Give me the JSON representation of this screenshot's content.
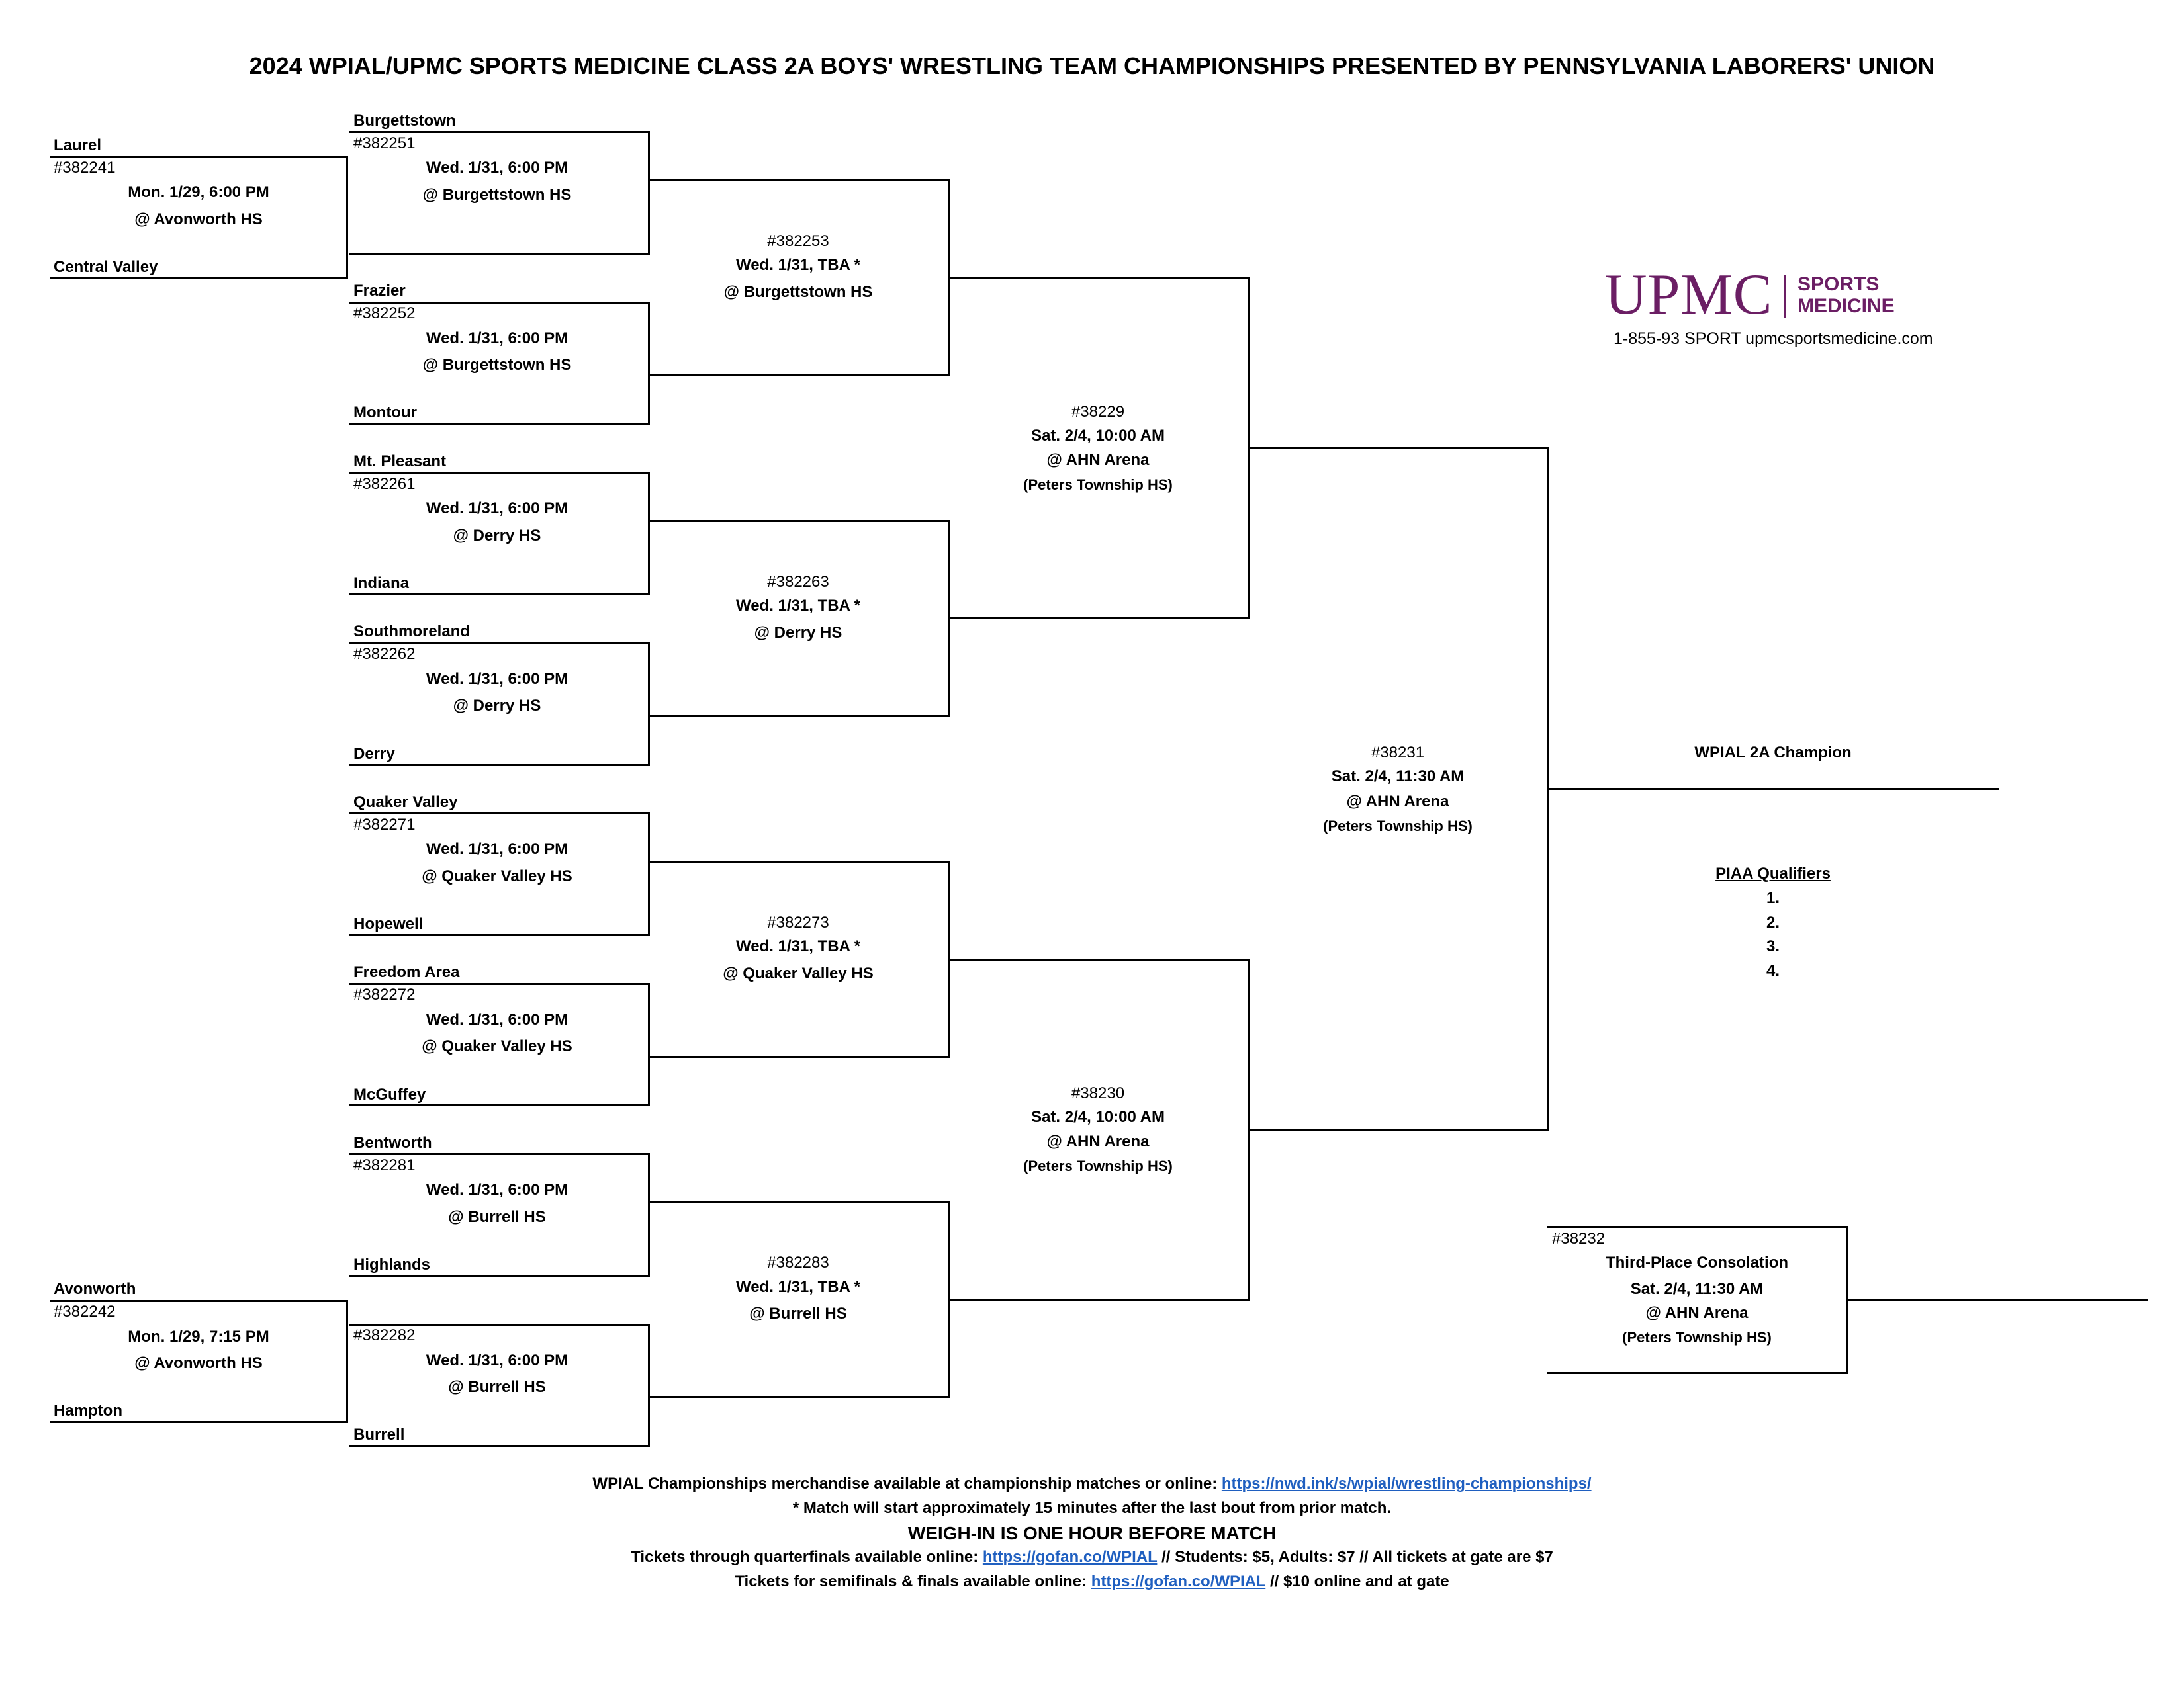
{
  "title": "2024 WPIAL/UPMC SPORTS MEDICINE CLASS 2A BOYS' WRESTLING TEAM CHAMPIONSHIPS PRESENTED BY PENNSYLVANIA LABORERS' UNION",
  "logo": {
    "brand": "UPMC",
    "sub1": "SPORTS",
    "sub2": "MEDICINE",
    "phone": "1-855-93 SPORT upmcsportsmedicine.com",
    "color": "#6b1e64"
  },
  "prelim": [
    {
      "team_top": "Laurel",
      "num": "#382241",
      "date": "Mon. 1/29, 6:00 PM",
      "site": "@ Avonworth HS",
      "team_bottom": "Central Valley"
    },
    {
      "team_top": "Avonworth",
      "num": "#382242",
      "date": "Mon. 1/29, 7:15 PM",
      "site": "@ Avonworth HS",
      "team_bottom": "Hampton"
    }
  ],
  "first_round": [
    {
      "team_top": "Burgettstown",
      "num": "#382251",
      "date": "Wed. 1/31, 6:00 PM",
      "site": "@ Burgettstown HS",
      "team_bottom": ""
    },
    {
      "team_top": "Frazier",
      "num": "#382252",
      "date": "Wed. 1/31, 6:00 PM",
      "site": "@ Burgettstown HS",
      "team_bottom": "Montour"
    },
    {
      "team_top": "Mt. Pleasant",
      "num": "#382261",
      "date": "Wed. 1/31, 6:00 PM",
      "site": "@ Derry HS",
      "team_bottom": "Indiana"
    },
    {
      "team_top": "Southmoreland",
      "num": "#382262",
      "date": "Wed. 1/31, 6:00 PM",
      "site": "@ Derry HS",
      "team_bottom": "Derry"
    },
    {
      "team_top": "Quaker Valley",
      "num": "#382271",
      "date": "Wed. 1/31, 6:00 PM",
      "site": "@ Quaker Valley HS",
      "team_bottom": "Hopewell"
    },
    {
      "team_top": "Freedom Area",
      "num": "#382272",
      "date": "Wed. 1/31, 6:00 PM",
      "site": "@ Quaker Valley HS",
      "team_bottom": "McGuffey"
    },
    {
      "team_top": "Bentworth",
      "num": "#382281",
      "date": "Wed. 1/31, 6:00 PM",
      "site": "@ Burrell HS",
      "team_bottom": "Highlands"
    },
    {
      "team_top": "",
      "num": "#382282",
      "date": "Wed. 1/31, 6:00 PM",
      "site": "@ Burrell HS",
      "team_bottom": "Burrell"
    }
  ],
  "quarterfinals": [
    {
      "num": "#382253",
      "date": "Wed. 1/31, TBA *",
      "site": "@ Burgettstown HS"
    },
    {
      "num": "#382263",
      "date": "Wed. 1/31, TBA *",
      "site": "@ Derry HS"
    },
    {
      "num": "#382273",
      "date": "Wed. 1/31, TBA *",
      "site": "@ Quaker Valley HS"
    },
    {
      "num": "#382283",
      "date": "Wed. 1/31, TBA *",
      "site": "@ Burrell HS"
    }
  ],
  "semifinals": [
    {
      "num": "#38229",
      "date": "Sat. 2/4, 10:00 AM",
      "site": "@ AHN Arena",
      "host": "(Peters Township HS)"
    },
    {
      "num": "#38230",
      "date": "Sat. 2/4, 10:00 AM",
      "site": "@ AHN Arena",
      "host": "(Peters Township HS)"
    }
  ],
  "final": {
    "num": "#38231",
    "date": "Sat. 2/4, 11:30 AM",
    "site": "@ AHN Arena",
    "host": "(Peters Township HS)"
  },
  "champion_label": "WPIAL 2A Champion",
  "qualifiers": {
    "heading": "PIAA Qualifiers",
    "items": [
      "1.",
      "2.",
      "3.",
      "4."
    ]
  },
  "consolation": {
    "num": "#38232",
    "title": "Third-Place Consolation",
    "date": "Sat. 2/4, 11:30 AM",
    "site": "@ AHN Arena",
    "host": "(Peters Township HS)"
  },
  "footer": {
    "merch_text": "WPIAL Championships merchandise available at championship matches or online:",
    "merch_link": "https://nwd.ink/s/wpial/wrestling-championships/",
    "note": "* Match will start approximately 15 minutes after the last bout from prior match.",
    "weigh_in": "WEIGH-IN IS ONE HOUR BEFORE MATCH",
    "tickets_qf_pre": "Tickets through quarterfinals available online:",
    "tickets_qf_link": "https://gofan.co/WPIAL",
    "tickets_qf_post": "// Students: $5, Adults: $7 // All tickets at gate are $7",
    "tickets_sf_pre": "Tickets for semifinals & finals available online:",
    "tickets_sf_link": "https://gofan.co/WPIAL",
    "tickets_sf_post": "// $10 online and at gate"
  }
}
